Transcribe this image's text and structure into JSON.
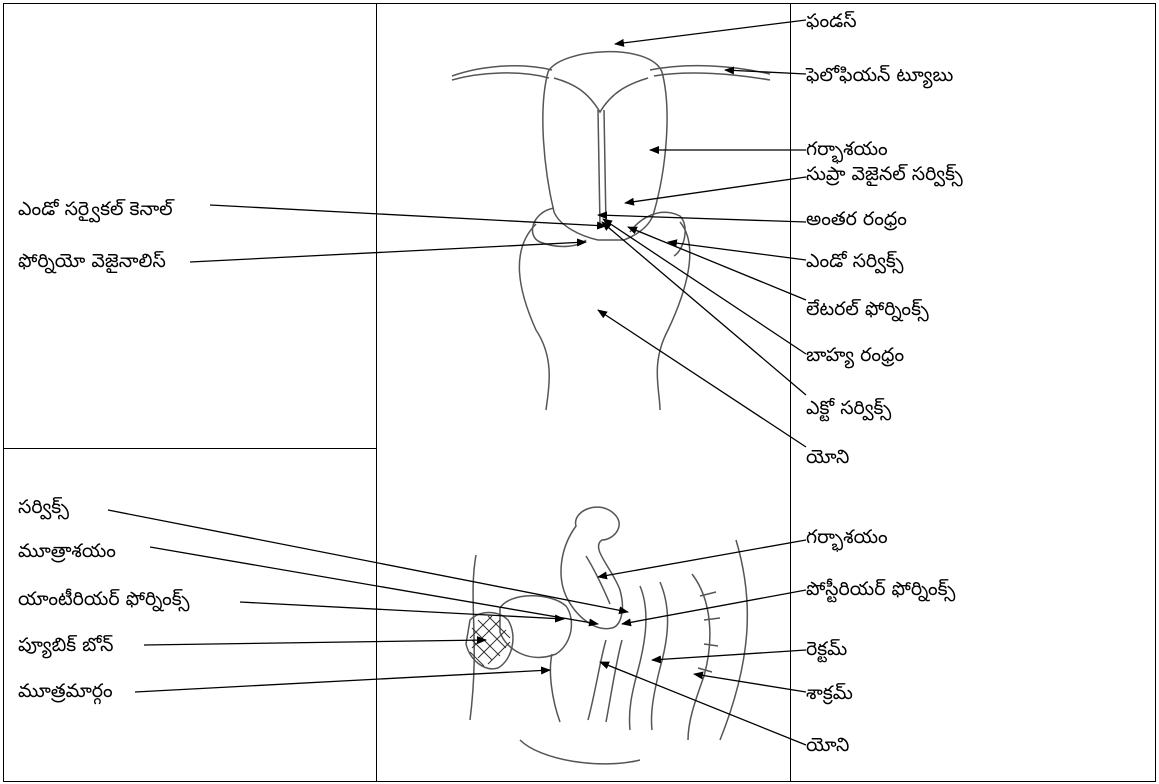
{
  "upper_diagram": {
    "right_labels": [
      "ఫండస్",
      "ఫెలోఫియన్ ట్యూబు",
      "గర్భాశయం",
      "సుప్రా వెజైనల్ సర్విక్స్",
      "అంతర రంధ్రం",
      "ఎండో సర్విక్స్",
      "లేటరల్ ఫోర్నింక్స్",
      "బాహ్య రంధ్రం",
      "ఎక్టో సర్విక్స్",
      "యోని"
    ],
    "left_labels": [
      "ఎండో సర్వైకల్ కెనాల్",
      "ఫోర్నియో వెజైనాలిస్"
    ]
  },
  "lower_diagram": {
    "left_labels": [
      "సర్విక్స్",
      "మూత్రాశయం",
      "యాంటీరియర్ ఫోర్నింక్స్",
      "ప్యూబిక్ బోన్",
      "మూత్రమార్గం"
    ],
    "right_labels": [
      "గర్భాశయం",
      "పోస్టీరియర్ ఫోర్నింక్స్",
      "రెక్టమ్",
      "శాక్రమ్",
      "యోని"
    ]
  }
}
